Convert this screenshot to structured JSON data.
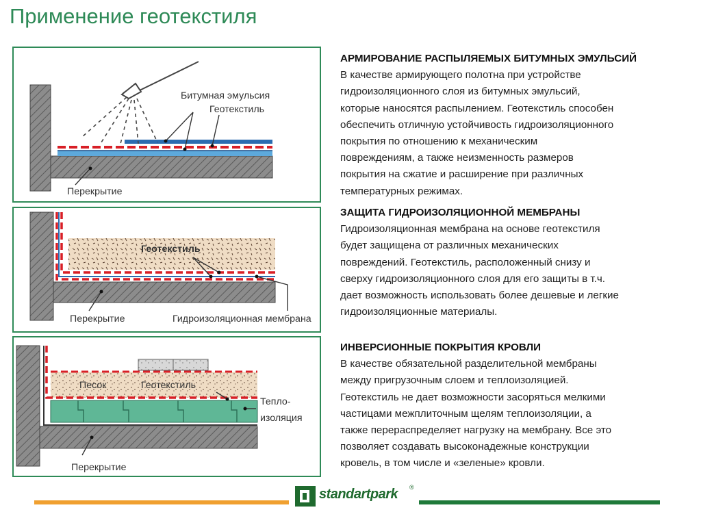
{
  "title": "Применение геотекстиля",
  "panels": {
    "p1": {
      "label_emulsion": "Битумная эмульсия",
      "label_geo": "Геотекстиль",
      "label_slab": "Перекрытие"
    },
    "p2": {
      "label_geo": "Геотекстиль",
      "label_slab": "Перекрытие",
      "label_membrane": "Гидроизоляционная мембрана"
    },
    "p3": {
      "label_sand": "Песок",
      "label_geo": "Геотекстиль",
      "label_insul_1": "Тепло-",
      "label_insul_2": "изоляция",
      "label_slab": "Перекрытие"
    }
  },
  "sections": [
    {
      "heading": "АРМИРОВАНИЕ РАСПЫЛЯЕМЫХ БИТУМНЫХ ЭМУЛЬСИЙ",
      "lines": [
        "В качестве армирующего полотна при устройстве",
        "гидроизоляционного слоя из битумных эмульсий,",
        "которые наносятся распылением. Геотекстиль способен",
        "обеспечить отличную устойчивость гидроизоляционного",
        "покрытия по отношению к механическим",
        "повреждениям, а также неизменность размеров",
        "покрытия на сжатие и расширение при различных",
        "температурных режимах."
      ]
    },
    {
      "heading": "ЗАЩИТА ГИДРОИЗОЛЯЦИОННОЙ МЕМБРАНЫ",
      "lines": [
        "Гидроизоляционная мембрана на основе геотекстиля",
        "будет защищена от различных механических",
        "повреждений. Геотекстиль, расположенный снизу и",
        "сверху гидроизоляционного слоя для его защиты в т.ч.",
        "дает возможность использовать более дешевые и легкие",
        "гидроизоляционные материалы."
      ]
    },
    {
      "heading": "ИНВЕРСИОННЫЕ ПОКРЫТИЯ КРОВЛИ",
      "lines": [
        "В качестве обязательной разделительной мембраны",
        "между пригрузочным слоем и теплоизоляцией.",
        "Геотекстиль не дает возможности засоряться мелкими",
        "частицами межплиточным щелям теплоизоляции, а",
        "также перераспределяет нагрузку на мембрану. Все это",
        "позволяет создавать высоконадежные конструкции",
        "кровель, в том числе и «зеленые» кровли."
      ]
    }
  ],
  "logo": {
    "name": "standartpark",
    "reg": "®"
  },
  "colors": {
    "accent": "#2e8a57",
    "footer_orange": "#f0a030",
    "footer_green": "#1f7a3a",
    "geotextile": "#d81f26",
    "emulsion": "#2b6cb0"
  }
}
